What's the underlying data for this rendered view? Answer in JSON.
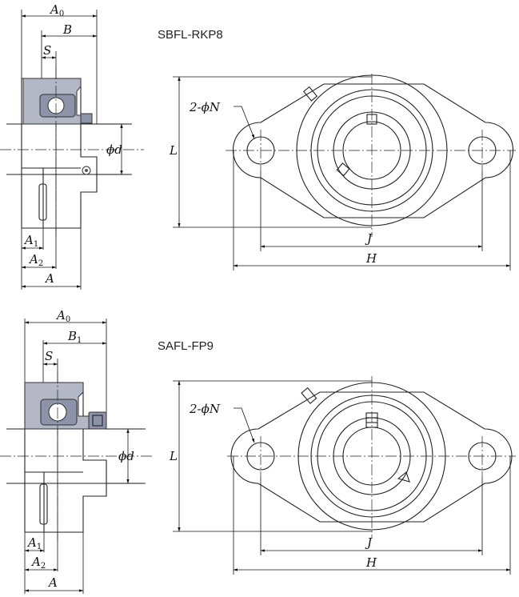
{
  "diagrams": [
    {
      "title": "SBFL-RKP8",
      "side_labels": {
        "a0": "A",
        "a0_sub": "0",
        "b": "B",
        "b_sub": "",
        "s": "S",
        "d": "ϕd",
        "a1": "A",
        "a1_sub": "1",
        "a2": "A",
        "a2_sub": "2",
        "a": "A"
      },
      "front_labels": {
        "n": "2-ϕN",
        "l": "L",
        "j": "J",
        "h": "H"
      }
    },
    {
      "title": "SAFL-FP9",
      "side_labels": {
        "a0": "A",
        "a0_sub": "0",
        "b": "B",
        "b_sub": "1",
        "s": "S",
        "d": "ϕd",
        "a1": "A",
        "a1_sub": "1",
        "a2": "A",
        "a2_sub": "2",
        "a": "A"
      },
      "front_labels": {
        "n": "2-ϕN",
        "l": "L",
        "j": "J",
        "h": "H"
      }
    }
  ],
  "colors": {
    "bearing_light": "#b3b7c6",
    "bearing_dark": "#8d93a8",
    "line": "#111111"
  }
}
